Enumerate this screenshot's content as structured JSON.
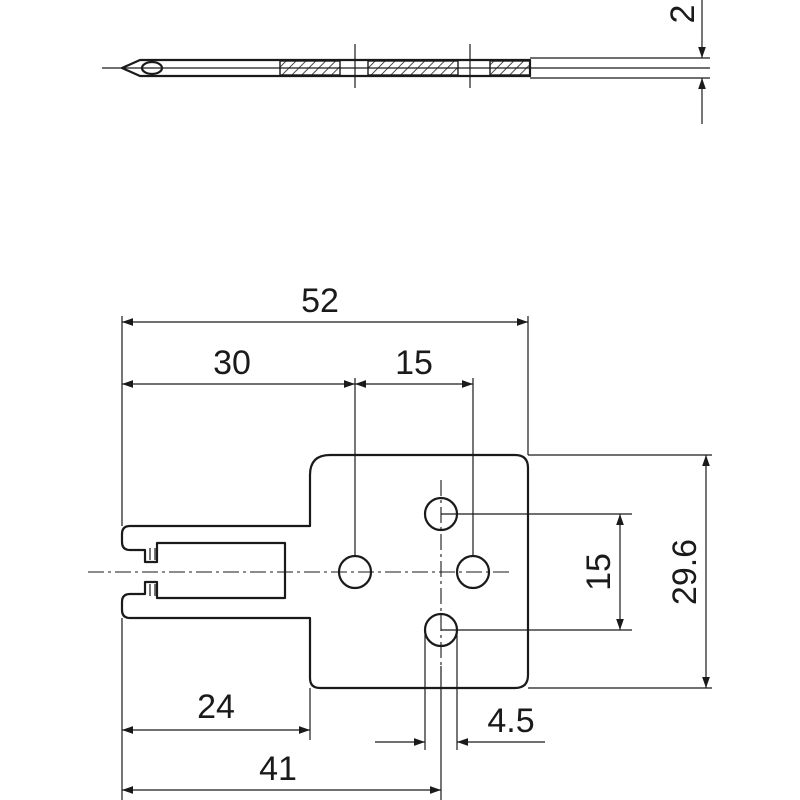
{
  "dimensions": {
    "thickness": "2",
    "overall_width": "52",
    "to_first_hole": "30",
    "hole_spacing_h": "15",
    "hole_spacing_v": "15",
    "overall_height": "29.6",
    "slot_length": "24",
    "to_last_hole": "41",
    "hole_diameter": "4.5"
  }
}
